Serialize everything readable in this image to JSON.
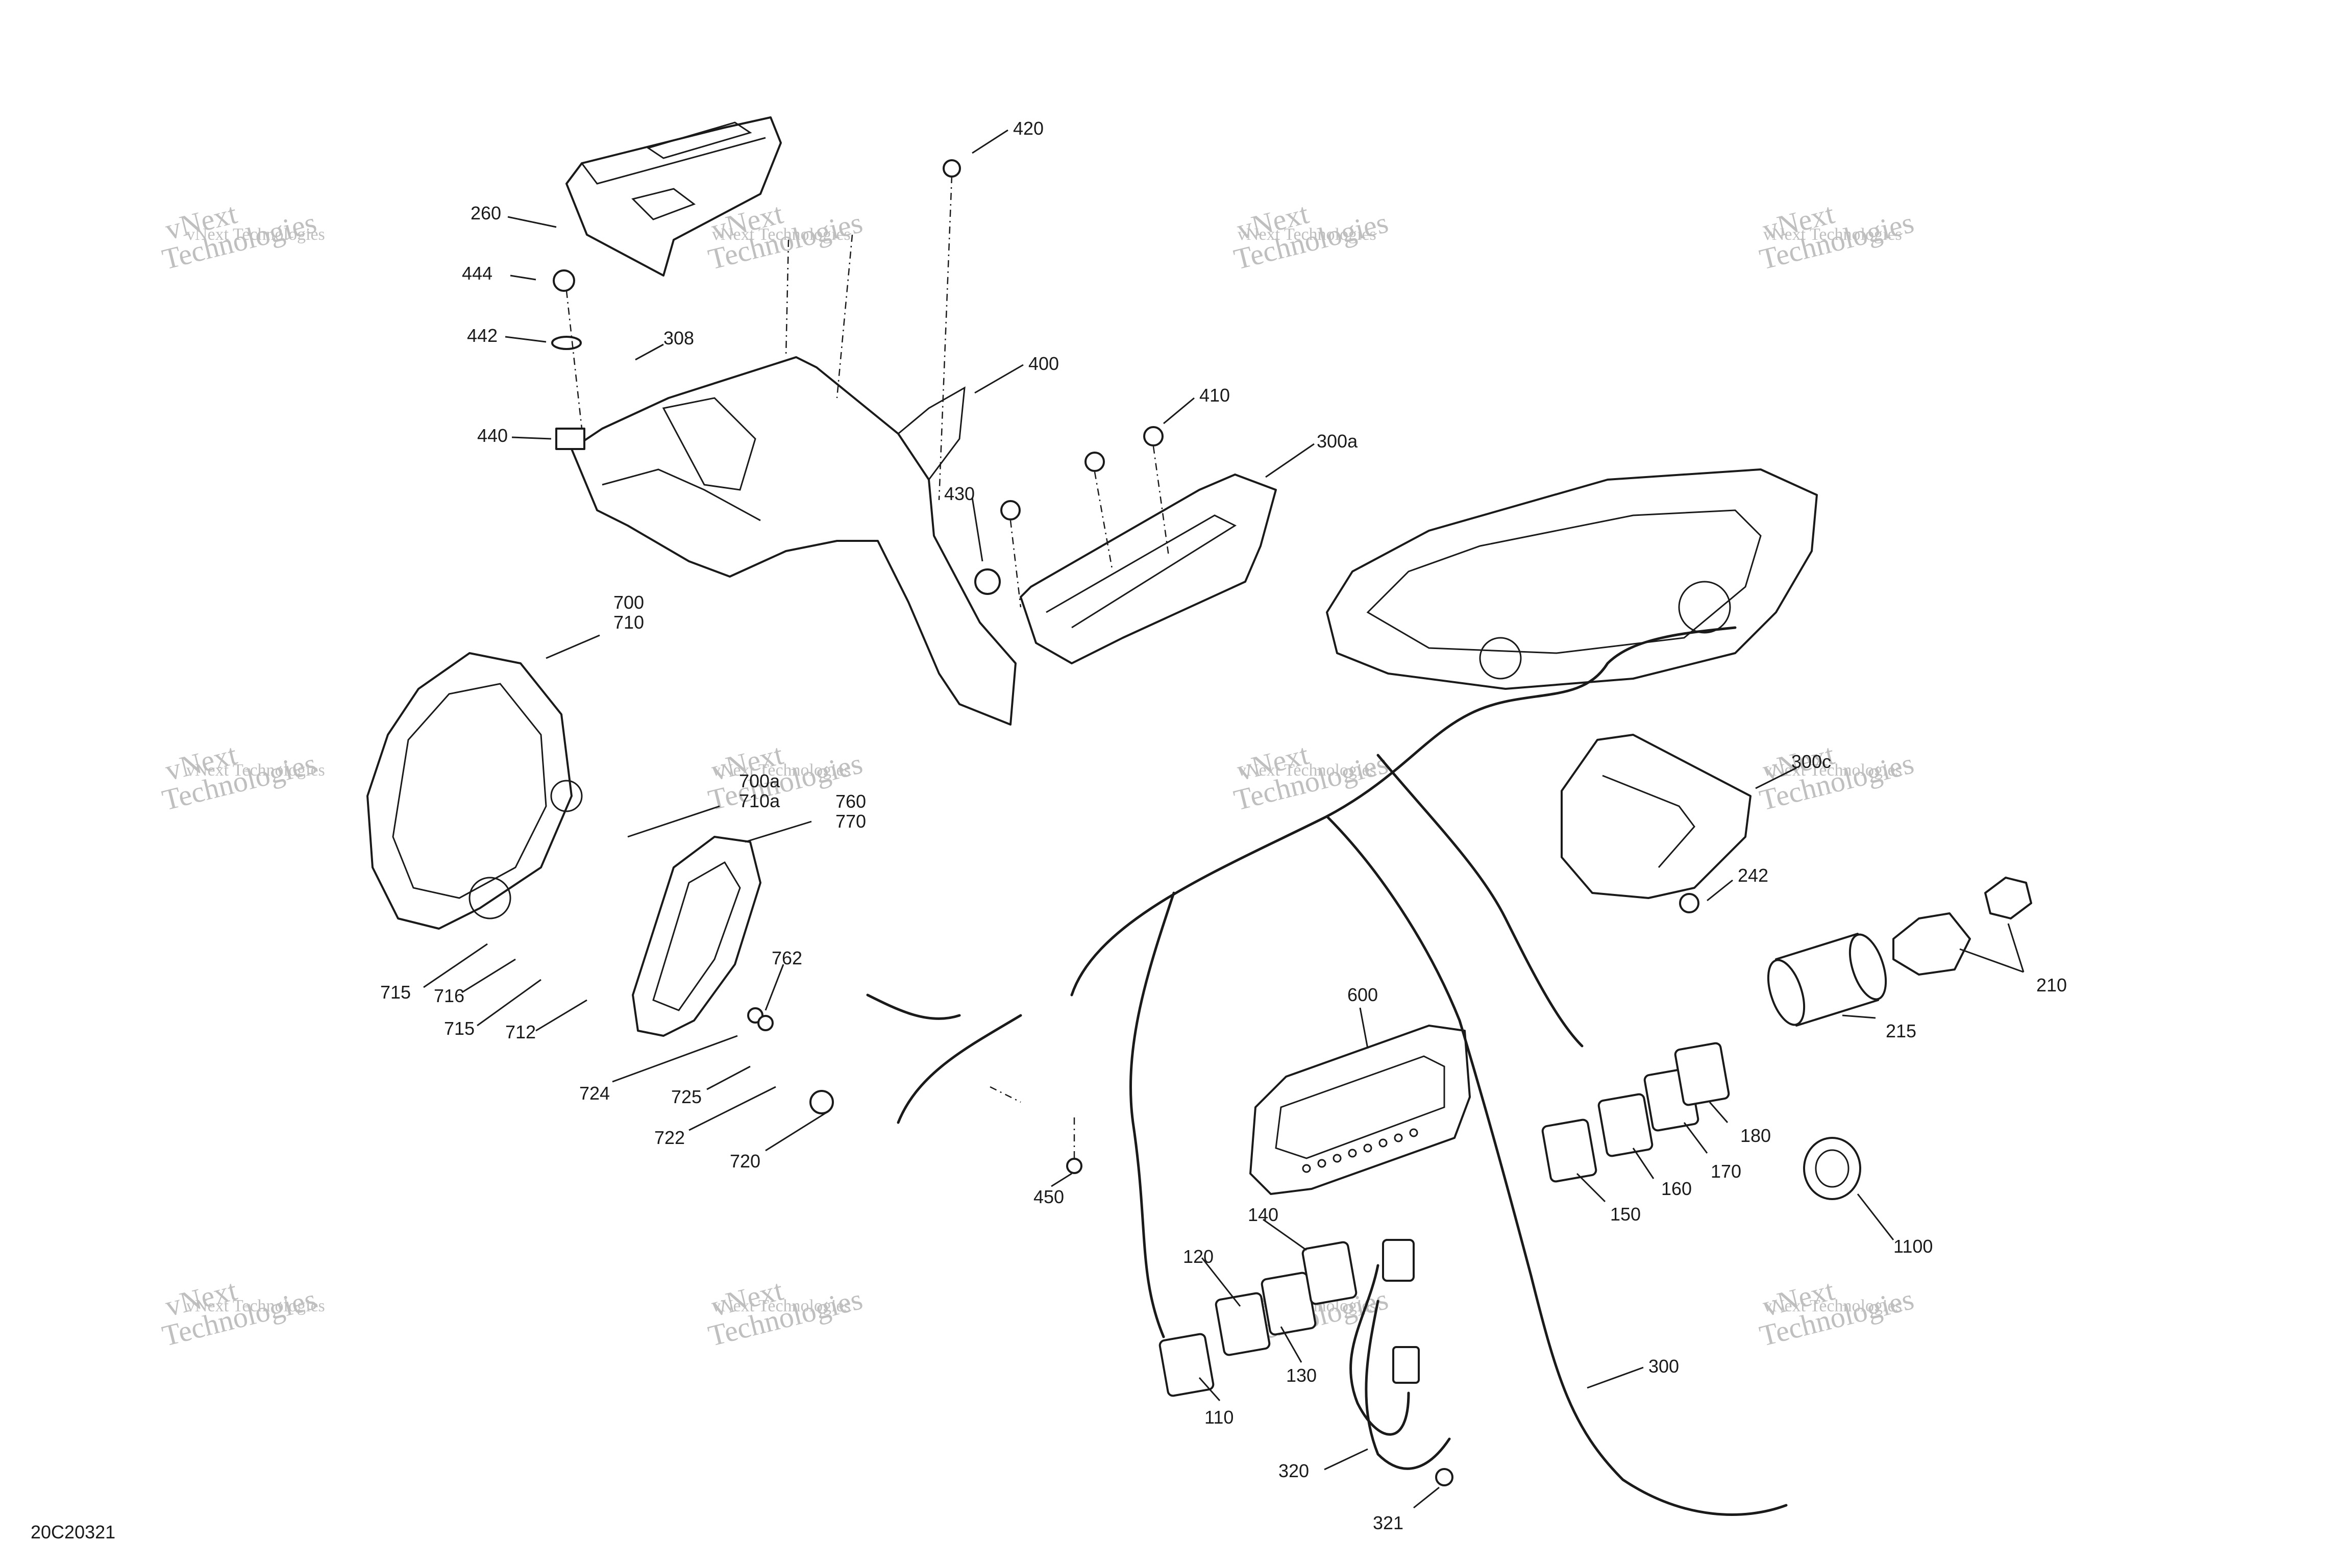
{
  "diagram_code": "20C20321",
  "watermark": {
    "line1": "vNext",
    "line2": "Technologies",
    "full": "vNext Technologies"
  },
  "callouts": [
    "260",
    "444",
    "442",
    "308",
    "440",
    "420",
    "400",
    "410",
    "300a",
    "430",
    "700",
    "710",
    "700a",
    "710a",
    "760",
    "770",
    "715",
    "716",
    "715b",
    "712",
    "762",
    "724",
    "725",
    "722",
    "720",
    "300c",
    "242",
    "210",
    "215",
    "600",
    "450",
    "180",
    "170",
    "160",
    "150",
    "1100",
    "140",
    "120",
    "130",
    "110",
    "320",
    "321",
    "300"
  ]
}
